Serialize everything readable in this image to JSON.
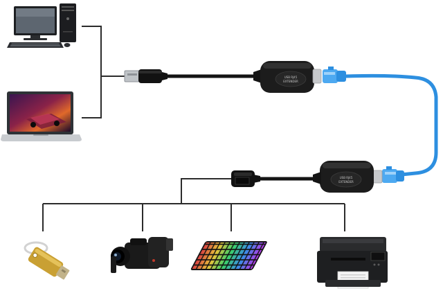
{
  "diagram": {
    "type": "usb-over-ethernet-extender-connection",
    "colors": {
      "background": "#ffffff",
      "wire": "#2b2b2b",
      "usb_cable": "#141414",
      "ethernet_cable": "#2d8fe0",
      "rj45_plug": "#3aa0f0",
      "adapter_body": "#1c1c1c",
      "usb_plug_metal": "#bfc3c7"
    },
    "sources": [
      {
        "name": "desktop-computer-icon"
      },
      {
        "name": "laptop-icon"
      }
    ],
    "transmitter": {
      "name": "transmitter-adapter",
      "connector": "usb-a-male",
      "output": "rj45",
      "label_line1": "USB RJ45",
      "label_line2": "EXTENDER"
    },
    "receiver": {
      "name": "receiver-adapter",
      "connector": "usb-a-female",
      "output": "rj45",
      "label_line1": "USB RJ45",
      "label_line2": "EXTENDER"
    },
    "link_cable": "ethernet-cat5e-cat6",
    "devices": [
      {
        "name": "usb-flash-drive-icon"
      },
      {
        "name": "video-camera-icon"
      },
      {
        "name": "keyboard-icon"
      },
      {
        "name": "printer-icon"
      }
    ]
  }
}
